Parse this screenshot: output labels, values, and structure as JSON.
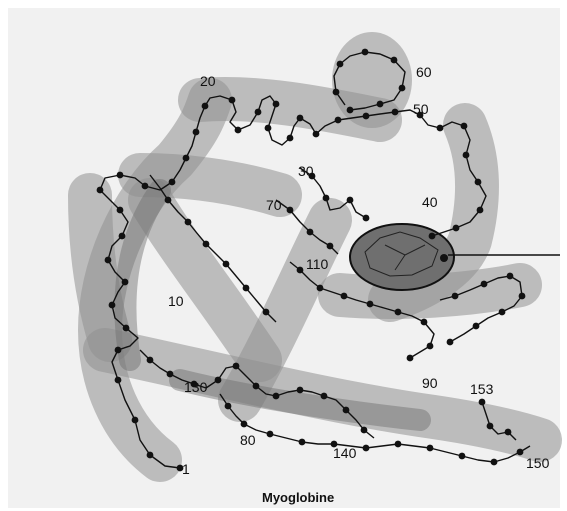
{
  "figure": {
    "caption": "Myoglobine",
    "colors": {
      "background": "#ffffff",
      "scan_tint": "#f1f1f1",
      "helix_band": "#8f8f8f",
      "heme_fill": "#6f6f6f",
      "chain_line": "#111111",
      "residue_dot": "#111111"
    },
    "residue_labels": [
      "1",
      "10",
      "20",
      "30",
      "40",
      "50",
      "60",
      "70",
      "80",
      "90",
      "110",
      "130",
      "140",
      "150",
      "153"
    ],
    "heme_pointer_icon": "pointer-line-icon"
  }
}
